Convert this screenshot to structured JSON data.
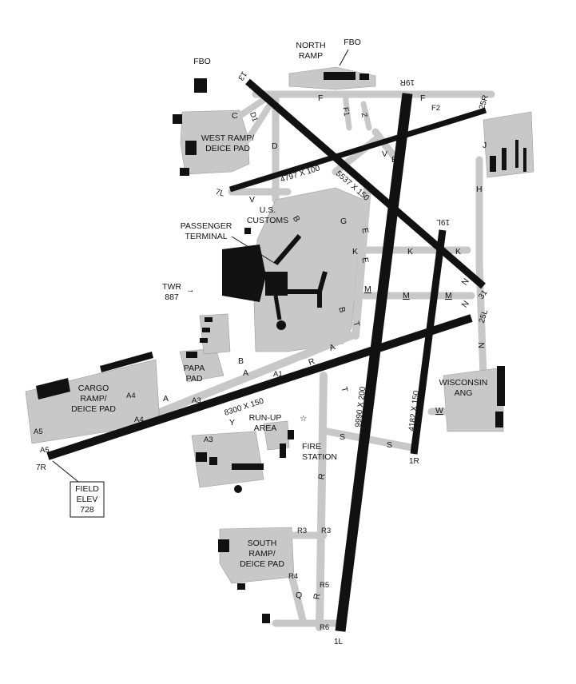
{
  "runways": [
    {
      "name": "1L/19R",
      "end_a": "19R",
      "end_b": "1L",
      "dimensions": "9990 X 200"
    },
    {
      "name": "1R/19L",
      "end_a": "19L",
      "end_b": "1R",
      "dimensions": "4182 X 150"
    },
    {
      "name": "7L/25R",
      "end_a": "7L",
      "end_b": "25R",
      "dimensions": "4797 X 100"
    },
    {
      "name": "7R/25L",
      "end_a": "7R",
      "end_b": "25L",
      "dimensions": "8300 X 150"
    },
    {
      "name": "13/31",
      "end_a": "13",
      "end_b": "31",
      "dimensions": "5537 X 150"
    }
  ],
  "areas": {
    "north_ramp": [
      "NORTH",
      "RAMP"
    ],
    "fbo_north": "FBO",
    "fbo_west": "FBO",
    "west_ramp": [
      "WEST RAMP/",
      "DEICE PAD"
    ],
    "customs": [
      "U.S.",
      "CUSTOMS"
    ],
    "passenger_terminal": [
      "PASSENGER",
      "TERMINAL"
    ],
    "tower": [
      "TWR",
      "887"
    ],
    "papa_pad": [
      "PAPA",
      "PAD"
    ],
    "cargo_ramp": [
      "CARGO",
      "RAMP/",
      "DEICE PAD"
    ],
    "runup_area": [
      "RUN-UP",
      "AREA"
    ],
    "fire_station": [
      "FIRE",
      "STATION"
    ],
    "wisconsin_ang": [
      "WISCONSIN",
      "ANG"
    ],
    "south_ramp": [
      "SOUTH",
      "RAMP/",
      "DEICE PAD"
    ],
    "field_elevation": [
      "FIELD",
      "ELEV",
      "728"
    ]
  },
  "taxiways": {
    "F_north": "F",
    "F_east": "F",
    "F1": "F1",
    "F2": "F2",
    "Z": "Z",
    "C": "C",
    "D1": "D1",
    "D": "D",
    "V_west": "V",
    "V_mid": "V",
    "E_north": "E",
    "B_terminal": "B",
    "G": "G",
    "E_mid1": "E",
    "E_mid2": "E",
    "K_west": "K",
    "K_mid": "K",
    "K_east": "K",
    "M_west": "M",
    "M_mid": "M",
    "M_east": "M",
    "N_east1": "N",
    "N_east2": "N",
    "N_east3": "N",
    "J": "J",
    "H": "H",
    "B_south": "B",
    "T_north": "T",
    "A_north": "A",
    "R_north": "R",
    "B_papa": "B",
    "A_papa": "A",
    "A1": "A1",
    "A_cargo": "A",
    "A3": "A3",
    "A4_1": "A4",
    "A4_2": "A4",
    "A5_1": "A5",
    "A5_2": "A5",
    "Y": "Y",
    "A3_south": "A3",
    "T_south": "T",
    "S_1": "S",
    "S_2": "S",
    "W": "W",
    "R_mid": "R",
    "R3_1": "R3",
    "R3_2": "R3",
    "R4": "R4",
    "Q": "Q",
    "R_low": "R",
    "R5": "R5",
    "R6": "R6"
  },
  "tower_arrow": "→",
  "star_symbol": "☆"
}
